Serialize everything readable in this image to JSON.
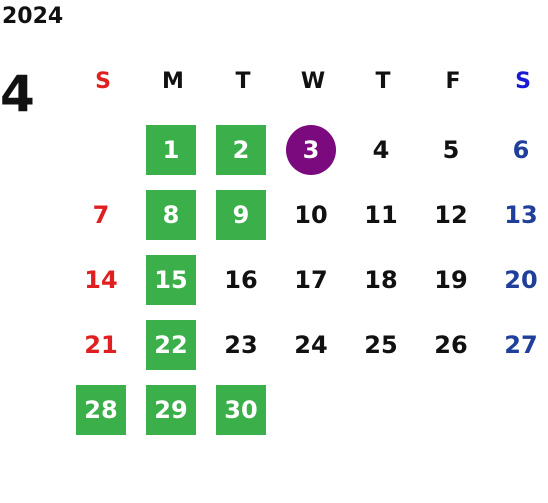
{
  "calendar": {
    "year": "2024",
    "month": "4",
    "weekdays": [
      "S",
      "M",
      "T",
      "W",
      "T",
      "F",
      "S"
    ],
    "first_weekday_index": 1,
    "days_in_month": 30,
    "highlighted_days": [
      1,
      2,
      8,
      9,
      15,
      22,
      28,
      29,
      30
    ],
    "today": 3
  },
  "colors": {
    "text": "#111111",
    "sunday": "#e02020",
    "saturday_header": "#1a1ad6",
    "saturday": "#1f3f9a",
    "highlight_bg": "#3bb04a",
    "today_bg": "#7a0a7e",
    "on_fill_text": "#ffffff"
  }
}
